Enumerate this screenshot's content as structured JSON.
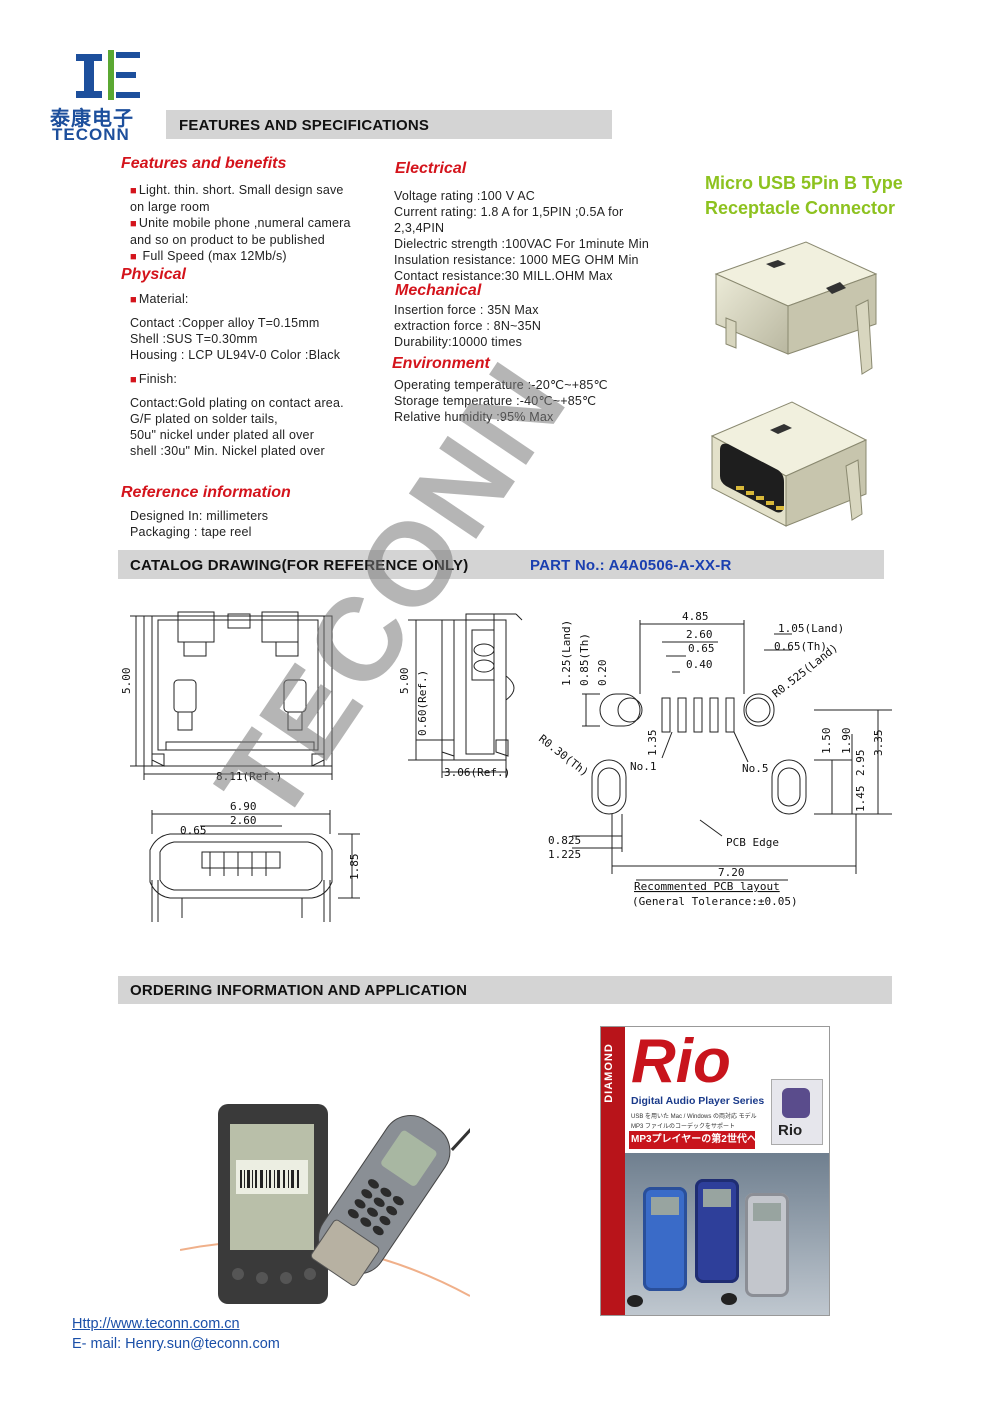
{
  "logo": {
    "chinese": "泰康电子",
    "latin": "TECONN",
    "blue": "#1d4f9c",
    "green": "#5aa832"
  },
  "header": {
    "bar_title": "FEATURES AND SPECIFICATIONS"
  },
  "features": {
    "title": "Features and benefits",
    "items": [
      [
        "Light. thin. short. Small design save",
        "on large room"
      ],
      [
        "Unite mobile phone ,numeral camera",
        "and so on   product to be published"
      ],
      [
        " Full Speed (max 12Mb/s)"
      ]
    ]
  },
  "physical": {
    "title": "Physical",
    "material_label": "Material:",
    "material_lines": [
      "Contact :Copper alloy T=0.15mm",
      "Shell :SUS    T=0.30mm",
      "Housing : LCP  UL94V-0   Color :Black"
    ],
    "finish_label": "Finish:",
    "finish_lines": [
      "Contact:Gold plating on contact area.",
      "G/F plated on solder tails,",
      "50u\"  nickel under plated all over",
      "shell :30u\" Min. Nickel plated over"
    ]
  },
  "reference": {
    "title": "Reference  information",
    "lines": [
      "Designed In: millimeters",
      "Packaging : tape reel"
    ]
  },
  "electrical": {
    "title": "Electrical",
    "lines": [
      "Voltage rating :100 V  AC",
      "Current rating: 1.8 A for 1,5PIN ;0.5A for",
      "2,3,4PIN",
      "Dielectric strength :100VAC For 1minute Min",
      "Insulation resistance: 1000 MEG OHM Min",
      "Contact resistance:30 MILL.OHM Max"
    ]
  },
  "mechanical": {
    "title": "Mechanical",
    "lines": [
      "Insertion force : 35N Max",
      "extraction force : 8N~35N",
      "Durability:10000 times"
    ]
  },
  "environment": {
    "title": "Environment",
    "lines": [
      "Operating temperature :-20℃~+85℃",
      "Storage temperature :-40℃~+85℃",
      "Relative humidity :95% Max"
    ]
  },
  "product": {
    "title_line1": "Micro USB 5Pin B Type",
    "title_line2": "Receptacle Connector",
    "color": "#8dc21f"
  },
  "catalog": {
    "bar_title": "CATALOG DRAWING(FOR REFERENCE ONLY)",
    "part_no": "PART No.:  A4A0506-A-XX-R",
    "part_color": "#1a3fb0"
  },
  "watermark": {
    "text": "TECONN"
  },
  "drawing": {
    "front": {
      "height": "5.00",
      "width": "8.11(Ref.)"
    },
    "side": {
      "height": "5.00",
      "ref1": "0.60(Ref.)",
      "ref2": "3.06(Ref.)"
    },
    "bottom": {
      "width": "6.90",
      "w2": "2.60",
      "w3": "0.65",
      "h": "1.85"
    },
    "pcb": {
      "d485": "4.85",
      "d260": "2.60",
      "d065": "0.65",
      "d040": "0.40",
      "land105": "1.05(Land)",
      "th065": "0.65(Th)",
      "r0525": "R0.525(Land)",
      "land125": "1.25(Land)",
      "th085": "0.85(Th)",
      "d020": "0.20",
      "r030": "R0.30(Th)",
      "d135": "1.35",
      "no1": "No.1",
      "no5": "No.5",
      "d150": "1.50",
      "d190": "1.90",
      "d295": "2.95",
      "d335": "3.35",
      "d145": "1.45",
      "d0825": "0.825",
      "d1225": "1.225",
      "edge": "PCB Edge",
      "d720": "7.20",
      "caption1": "Recommented PCB layout",
      "caption2": "(General Tolerance:±0.05)"
    }
  },
  "ordering": {
    "bar_title": "ORDERING INFORMATION AND APPLICATION"
  },
  "rio": {
    "brand": "Rio",
    "side": "DIAMOND",
    "subtitle": "Digital Audio Player Series",
    "jp1": "USB を用いた Mac / Windows の両対応 モデル",
    "jp2": "MP3 ファイルのコーデックをサポート",
    "jp3": "MP3プレイヤーの第2世代へ",
    "badge": "Rio"
  },
  "footer": {
    "url": "Http://www.teconn.com.cn",
    "email": "E- mail: Henry.sun@teconn.com"
  }
}
